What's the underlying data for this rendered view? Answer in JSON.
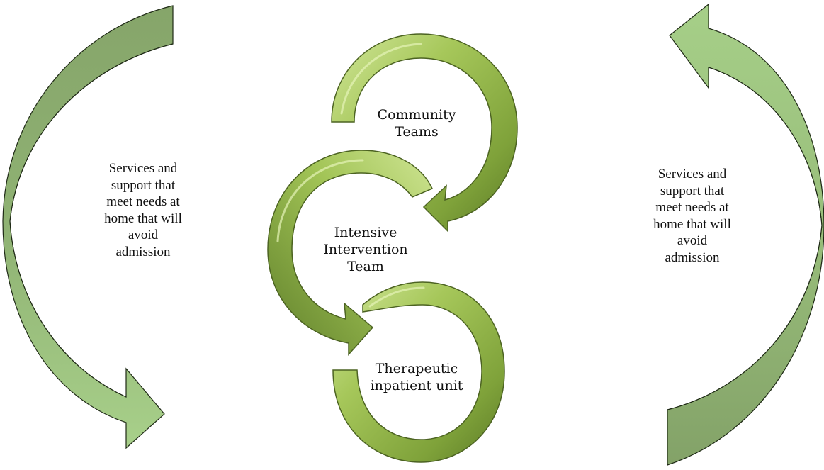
{
  "diagram": {
    "left_text": [
      "Services and",
      "support that",
      "meet needs at",
      "home that will",
      "avoid",
      "admission"
    ],
    "right_text": [
      "Services and",
      "support that",
      "meet needs at",
      "home that will",
      "avoid",
      "admission"
    ],
    "nodes": [
      {
        "id": "community",
        "lines": [
          "Community",
          "Teams"
        ]
      },
      {
        "id": "intensive",
        "lines": [
          "Intensive",
          "Intervention",
          "Team"
        ]
      },
      {
        "id": "therapeutic",
        "lines": [
          "Therapeutic",
          "inpatient unit"
        ]
      }
    ],
    "colors": {
      "outer_arrow_light": "#a3cb84",
      "outer_arrow_dark": "#86a56a",
      "outer_arrow_stroke": "#1f2a16",
      "ring_light": "#c3dc86",
      "ring_mid": "#93b64c",
      "ring_dark": "#5d7d2a",
      "ring_stroke": "#4c6322"
    }
  }
}
